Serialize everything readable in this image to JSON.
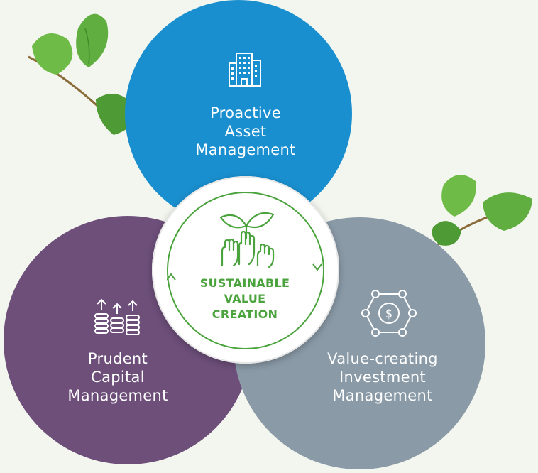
{
  "colors": {
    "background": "#f3f6ee",
    "blue": "#1a8fcf",
    "purple": "#6d4f7a",
    "grey": "#8a9aa7",
    "green": "#4aa33c",
    "leaf": "#56a33a"
  },
  "center": {
    "lines": [
      "SUSTAINABLE",
      "VALUE",
      "CREATION"
    ],
    "icon": "sprout-hands-icon"
  },
  "circles": [
    {
      "id": "asset",
      "lines": [
        "Proactive",
        "Asset",
        "Management"
      ],
      "icon": "office-buildings-icon"
    },
    {
      "id": "capital",
      "lines": [
        "Prudent",
        "Capital",
        "Management"
      ],
      "icon": "coin-stacks-arrows-icon"
    },
    {
      "id": "investment",
      "lines": [
        "Value-creating",
        "Investment",
        "Management"
      ],
      "icon": "dollar-network-icon"
    }
  ]
}
